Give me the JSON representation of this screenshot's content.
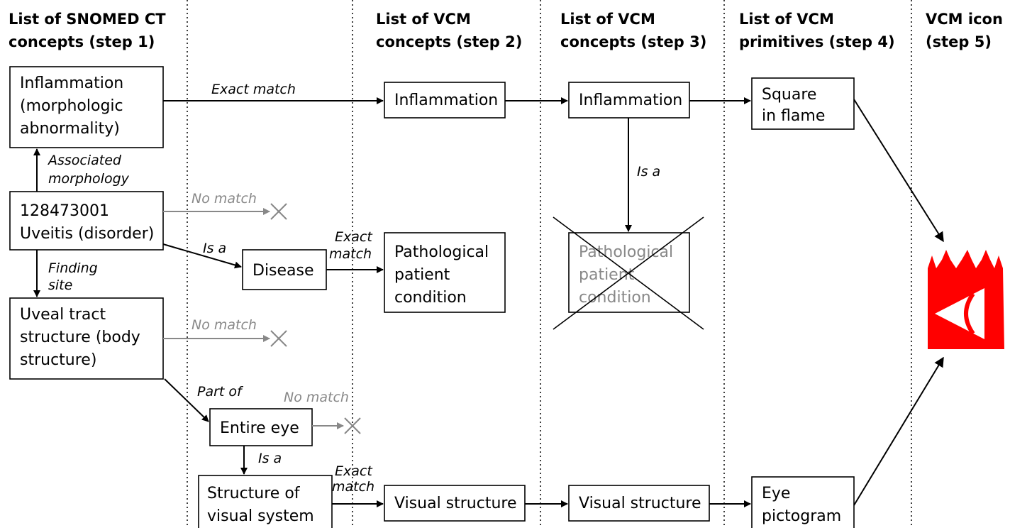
{
  "columns": [
    {
      "line1": "List of SNOMED CT",
      "line2": "concepts (step 1)"
    },
    {
      "line1": "List of VCM",
      "line2": "concepts (step 2)"
    },
    {
      "line1": "List of VCM",
      "line2": "concepts (step 3)"
    },
    {
      "line1": "List of VCM",
      "line2": "primitives (step 4)"
    },
    {
      "line1": "VCM icon",
      "line2": "(step 5)"
    }
  ],
  "nodes": {
    "inflammation_snomed": [
      "Inflammation",
      "(morphologic",
      "abnormality)"
    ],
    "uveitis": [
      "128473001",
      "Uveitis (disorder)"
    ],
    "uveal_tract": [
      "Uveal tract",
      "structure (body",
      "structure)"
    ],
    "disease": [
      "Disease"
    ],
    "entire_eye": [
      "Entire eye"
    ],
    "structure_visual_system": [
      "Structure of",
      "visual system"
    ],
    "inflammation_vcm2": [
      "Inflammation"
    ],
    "pathological_vcm2": [
      "Pathological",
      "patient",
      "condition"
    ],
    "visual_structure_vcm2": [
      "Visual structure"
    ],
    "inflammation_vcm3": [
      "Inflammation"
    ],
    "pathological_vcm3": [
      "Pathological",
      "patient",
      "condition"
    ],
    "visual_structure_vcm3": [
      "Visual structure"
    ],
    "square_in_flame": [
      "Square",
      "in flame"
    ],
    "eye_pictogram": [
      "Eye",
      "pictogram"
    ]
  },
  "edge_labels": {
    "exact_match_top": "Exact match",
    "associated_morphology": [
      "Associated",
      "morphology"
    ],
    "no_match_uveitis": "No match",
    "is_a_uveitis": "Is a",
    "exact_match_disease": [
      "Exact",
      "match"
    ],
    "finding_site": [
      "Finding",
      "site"
    ],
    "no_match_uveal": "No match",
    "part_of": "Part of",
    "no_match_eye": "No match",
    "is_a_eye": "Is a",
    "exact_match_visual": [
      "Exact",
      "match"
    ],
    "is_a_vcm3": "Is a"
  },
  "colors": {
    "icon_red": "#ff0000",
    "line": "#000000",
    "no_match_grey": "#888888"
  },
  "icon": {
    "name": "eye-in-flame-icon"
  }
}
